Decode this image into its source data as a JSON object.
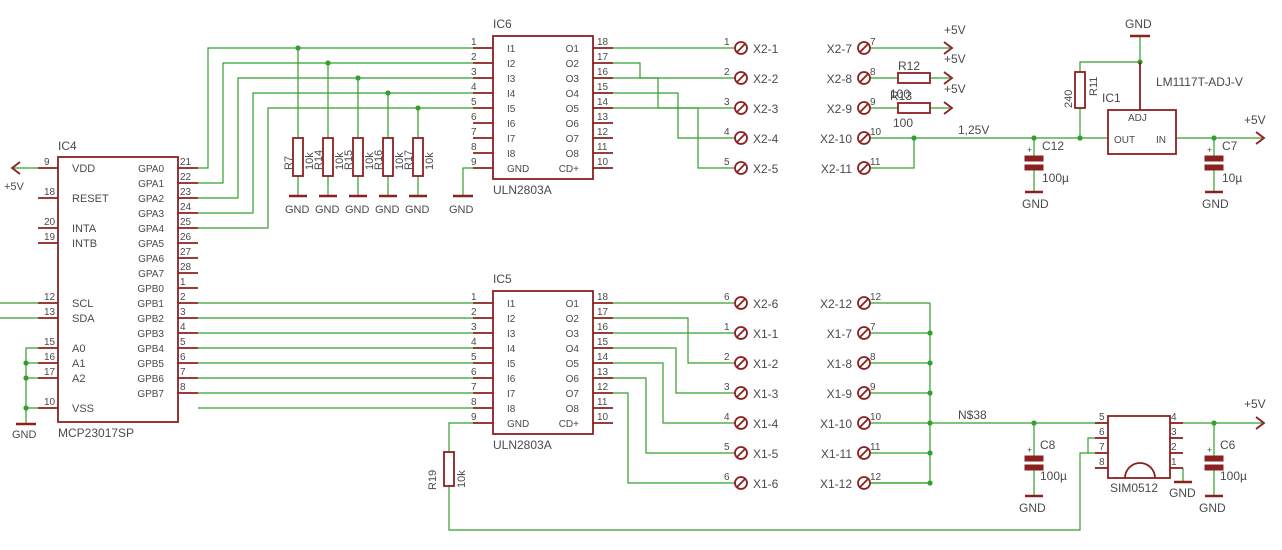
{
  "ic4": {
    "name": "IC4",
    "part": "MCP23017SP",
    "left_pins": [
      {
        "label": "VDD",
        "num": "9"
      },
      {
        "label": "RESET",
        "num": "18"
      },
      {
        "label": "INTA",
        "num": "20"
      },
      {
        "label": "INTB",
        "num": "19"
      },
      {
        "label": "SCL",
        "num": "12"
      },
      {
        "label": "SDA",
        "num": "13"
      },
      {
        "label": "A0",
        "num": "15"
      },
      {
        "label": "A1",
        "num": "16"
      },
      {
        "label": "A2",
        "num": "17"
      },
      {
        "label": "VSS",
        "num": "10"
      }
    ],
    "right_pins": [
      {
        "label": "GPA0",
        "num": "21"
      },
      {
        "label": "GPA1",
        "num": "22"
      },
      {
        "label": "GPA2",
        "num": "23"
      },
      {
        "label": "GPA3",
        "num": "24"
      },
      {
        "label": "GPA4",
        "num": "25"
      },
      {
        "label": "GPA5",
        "num": "26"
      },
      {
        "label": "GPA6",
        "num": "27"
      },
      {
        "label": "GPA7",
        "num": "28"
      },
      {
        "label": "GPB0",
        "num": "1"
      },
      {
        "label": "GPB1",
        "num": "2"
      },
      {
        "label": "GPB2",
        "num": "3"
      },
      {
        "label": "GPB3",
        "num": "4"
      },
      {
        "label": "GPB4",
        "num": "5"
      },
      {
        "label": "GPB5",
        "num": "6"
      },
      {
        "label": "GPB6",
        "num": "7"
      },
      {
        "label": "GPB7",
        "num": "8"
      }
    ]
  },
  "uln": {
    "left_labels": [
      "I1",
      "I2",
      "I3",
      "I4",
      "I5",
      "I6",
      "I7",
      "I8",
      "GND"
    ],
    "right_labels": [
      "O1",
      "O2",
      "O3",
      "O4",
      "O5",
      "O6",
      "O7",
      "O8",
      "CD+"
    ],
    "left_nums": [
      "1",
      "2",
      "3",
      "4",
      "5",
      "6",
      "7",
      "8",
      "9"
    ],
    "right_nums": [
      "18",
      "17",
      "16",
      "15",
      "14",
      "13",
      "12",
      "11",
      "10"
    ]
  },
  "ic6": {
    "name": "IC6",
    "part": "ULN2803A"
  },
  "ic5": {
    "name": "IC5",
    "part": "ULN2803A"
  },
  "pullups": [
    {
      "ref": "R7",
      "val": "10k"
    },
    {
      "ref": "R14",
      "val": "10k"
    },
    {
      "ref": "R15",
      "val": "10k"
    },
    {
      "ref": "R16",
      "val": "10k"
    },
    {
      "ref": "R17",
      "val": "10k"
    }
  ],
  "gnd": "GND",
  "vcc": "+5V",
  "x2_top": [
    {
      "num": "1",
      "label": "X2-1"
    },
    {
      "num": "2",
      "label": "X2-2"
    },
    {
      "num": "3",
      "label": "X2-3"
    },
    {
      "num": "4",
      "label": "X2-4"
    },
    {
      "num": "5",
      "label": "X2-5"
    }
  ],
  "x2_right": [
    {
      "num": "7",
      "label": "X2-7"
    },
    {
      "num": "8",
      "label": "X2-8"
    },
    {
      "num": "9",
      "label": "X2-9"
    },
    {
      "num": "10",
      "label": "X2-10"
    },
    {
      "num": "11",
      "label": "X2-11"
    }
  ],
  "x_bottom": [
    {
      "num": "6",
      "label": "X2-6"
    },
    {
      "num": "1",
      "label": "X1-1"
    },
    {
      "num": "2",
      "label": "X1-2"
    },
    {
      "num": "3",
      "label": "X1-3"
    },
    {
      "num": "4",
      "label": "X1-4"
    },
    {
      "num": "5",
      "label": "X1-5"
    },
    {
      "num": "6",
      "label": "X1-6"
    }
  ],
  "x_bottom_right": [
    {
      "num": "12",
      "label": "X2-12"
    },
    {
      "num": "7",
      "label": "X1-7"
    },
    {
      "num": "8",
      "label": "X1-8"
    },
    {
      "num": "9",
      "label": "X1-9"
    },
    {
      "num": "10",
      "label": "X1-10"
    },
    {
      "num": "11",
      "label": "X1-11"
    },
    {
      "num": "12",
      "label": "X1-12"
    }
  ],
  "r12": {
    "ref": "R12",
    "val": "100"
  },
  "r13": {
    "ref": "R13",
    "val": "100"
  },
  "r11": {
    "ref": "R11",
    "val": "240"
  },
  "r19": {
    "ref": "R19",
    "val": "10k"
  },
  "net_125": "1,25V",
  "net_38": "N$38",
  "ic1": {
    "name": "IC1",
    "part": "LM1117T-ADJ-V",
    "adj": "ADJ",
    "out": "OUT",
    "in": "IN"
  },
  "caps": {
    "c12": {
      "ref": "C12",
      "val": "100µ"
    },
    "c7": {
      "ref": "C7",
      "val": "10µ"
    },
    "c8": {
      "ref": "C8",
      "val": "100µ"
    },
    "c6": {
      "ref": "C6",
      "val": "100µ"
    }
  },
  "sim": {
    "part": "SIM0512",
    "pins_left": [
      "5",
      "6",
      "7",
      "8"
    ],
    "pins_right": [
      "4",
      "3",
      "2",
      "1"
    ]
  },
  "cap_plus": "+"
}
